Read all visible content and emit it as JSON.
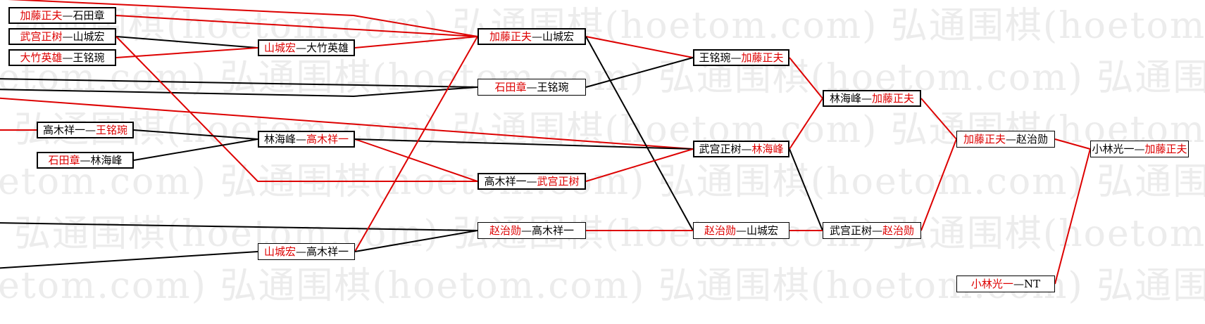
{
  "colors": {
    "win": "#dd0000",
    "lose": "#000000"
  },
  "watermark": "弘通围棋(hoetom.com)",
  "matches": [
    {
      "id": "m1",
      "col": 0,
      "left": "加藤正夫",
      "right": "石田章",
      "winner": "left"
    },
    {
      "id": "m2",
      "col": 0,
      "left": "武宫正树",
      "right": "山城宏",
      "winner": "left"
    },
    {
      "id": "m3",
      "col": 0,
      "left": "大竹英雄",
      "right": "王铭琬",
      "winner": "left"
    },
    {
      "id": "m4",
      "col": 0,
      "left": "高木祥一",
      "right": "王铭琬",
      "winner": "right"
    },
    {
      "id": "m5",
      "col": 0,
      "left": "石田章",
      "right": "林海峰",
      "winner": "left"
    },
    {
      "id": "m6",
      "col": 1,
      "left": "山城宏",
      "right": "大竹英雄",
      "winner": "left"
    },
    {
      "id": "m7",
      "col": 1,
      "left": "林海峰",
      "right": "高木祥一",
      "winner": "right"
    },
    {
      "id": "m8",
      "col": 1,
      "left": "山城宏",
      "right": "高木祥一",
      "winner": "left"
    },
    {
      "id": "m9",
      "col": 2,
      "left": "加藤正夫",
      "right": "山城宏",
      "winner": "left"
    },
    {
      "id": "m10",
      "col": 2,
      "left": "石田章",
      "right": "王铭琬",
      "winner": "left"
    },
    {
      "id": "m11",
      "col": 2,
      "left": "高木祥一",
      "right": "武宫正树",
      "winner": "right"
    },
    {
      "id": "m12",
      "col": 2,
      "left": "赵治勋",
      "right": "高木祥一",
      "winner": "left"
    },
    {
      "id": "m13",
      "col": 3,
      "left": "王铭琬",
      "right": "加藤正夫",
      "winner": "right"
    },
    {
      "id": "m14",
      "col": 3,
      "left": "武宫正树",
      "right": "林海峰",
      "winner": "right"
    },
    {
      "id": "m15",
      "col": 3,
      "left": "赵治勋",
      "right": "山城宏",
      "winner": "left"
    },
    {
      "id": "m16",
      "col": 4,
      "left": "林海峰",
      "right": "加藤正夫",
      "winner": "right"
    },
    {
      "id": "m17",
      "col": 4,
      "left": "武宫正树",
      "right": "赵治勋",
      "winner": "right"
    },
    {
      "id": "m18",
      "col": 5,
      "left": "加藤正夫",
      "right": "赵治勋",
      "winner": "left"
    },
    {
      "id": "m19",
      "col": 5,
      "left": "小林光一",
      "right": "NT",
      "winner": "left"
    },
    {
      "id": "m20",
      "col": 6,
      "left": "小林光一",
      "right": "加藤正夫",
      "winner": "right"
    }
  ]
}
